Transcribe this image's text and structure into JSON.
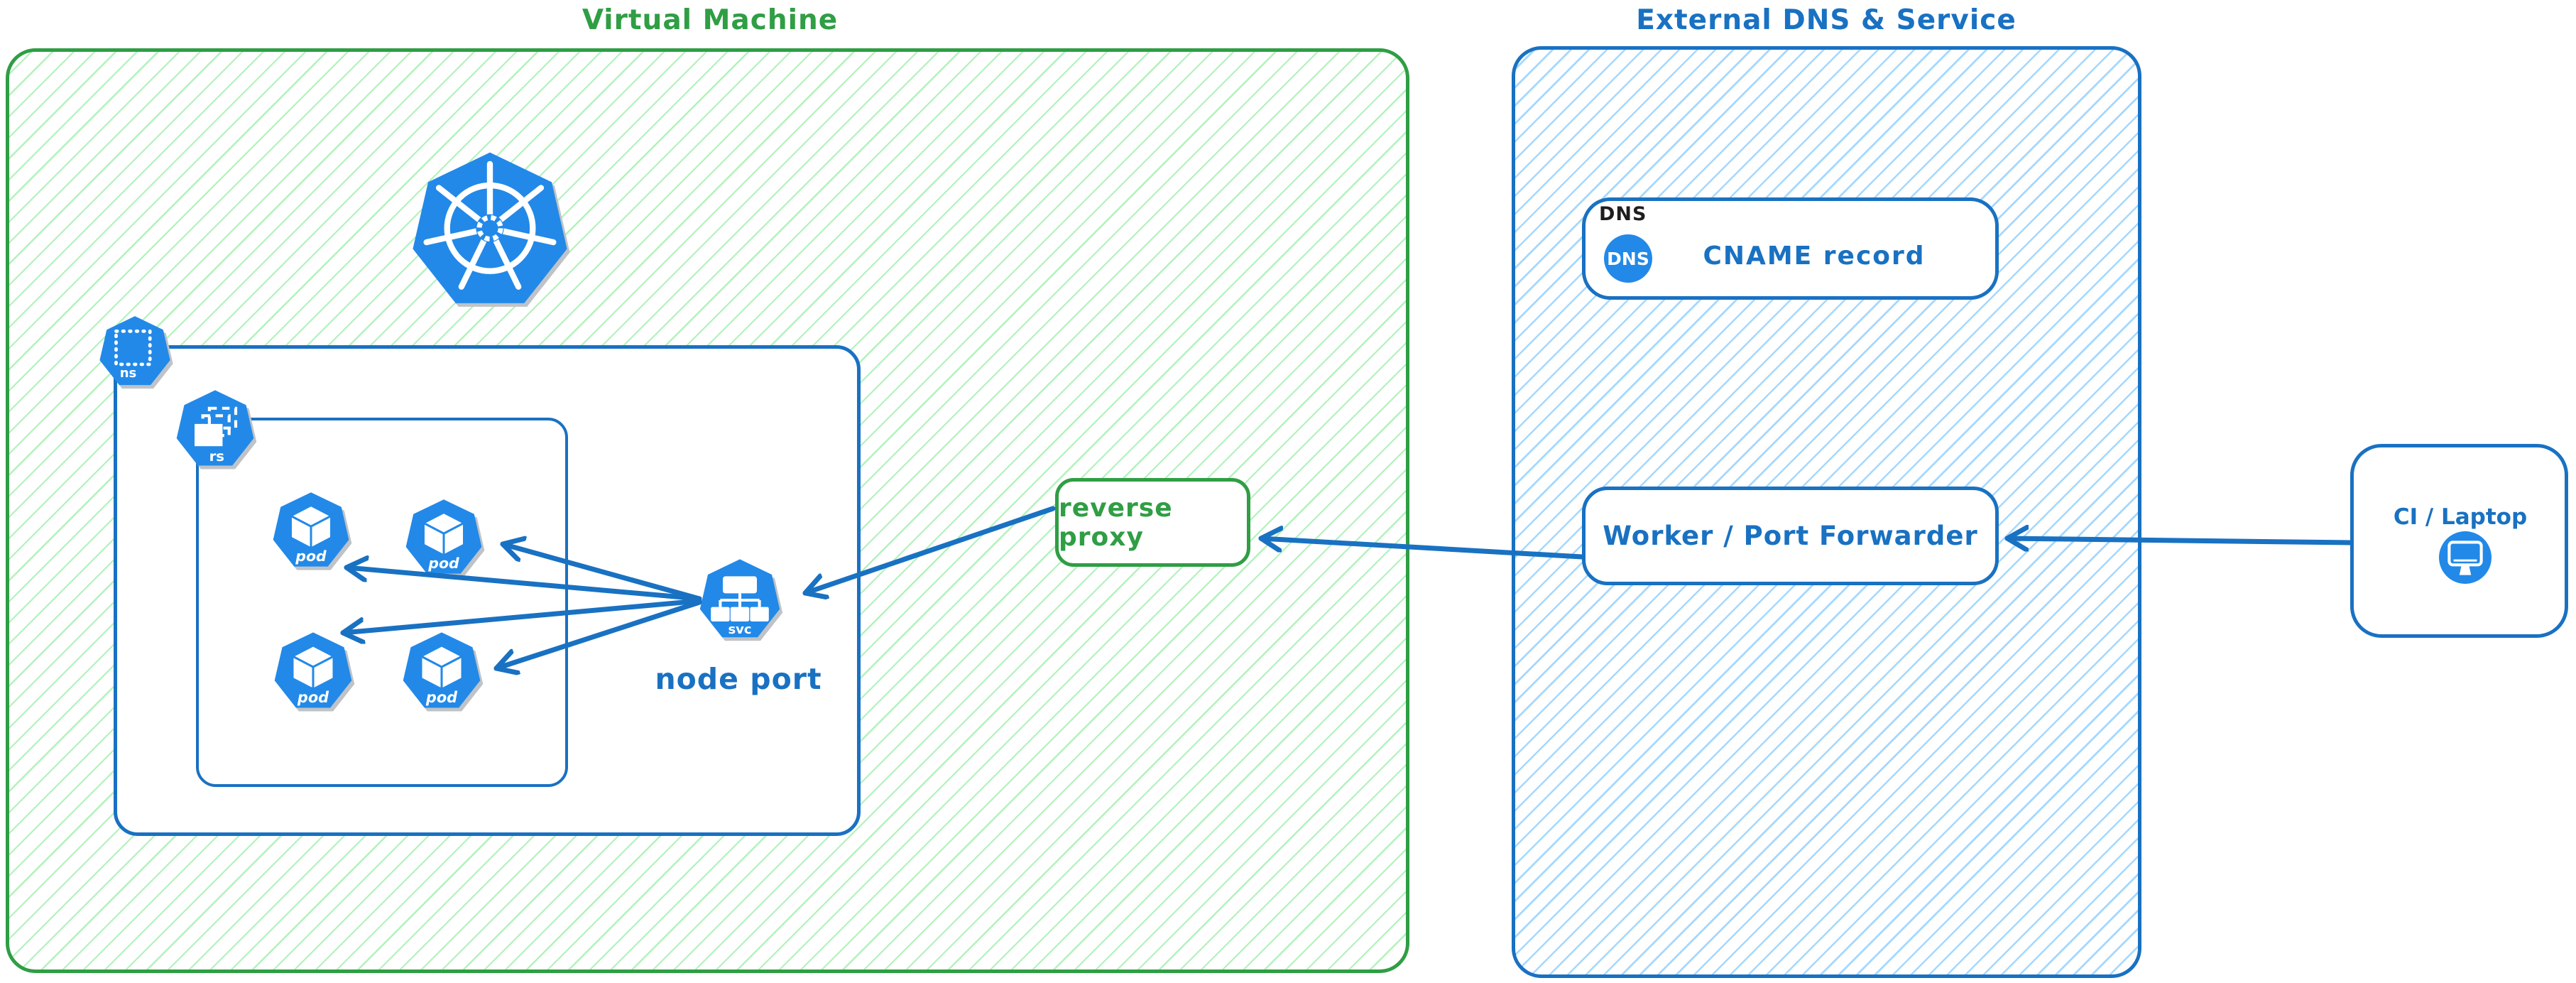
{
  "colors": {
    "green_stroke": "#2f9e44",
    "green_hatch": "#b2f2bb",
    "blue_stroke": "#1971c2",
    "blue_hatch": "#a5d8ff",
    "icon_blue": "#2289e8",
    "text_black": "#1e1e1e",
    "canvas_bg": "#ffffff"
  },
  "vm_group": {
    "title": "Virtual Machine",
    "kubernetes_logo": "kubernetes-helm-wheel",
    "namespace_icon_label": "ns",
    "replicaset_icon_label": "rs",
    "pods": [
      {
        "label": "pod"
      },
      {
        "label": "pod"
      },
      {
        "label": "pod"
      },
      {
        "label": "pod"
      }
    ],
    "service": {
      "icon_label": "svc",
      "caption": "node port"
    },
    "reverse_proxy": {
      "label": "reverse proxy"
    }
  },
  "external_group": {
    "title": "External DNS & Service",
    "dns_card": {
      "corner_label": "DNS",
      "badge_label": "DNS",
      "record_label": "CNAME record"
    },
    "worker_card": {
      "label": "Worker / Port Forwarder"
    }
  },
  "client": {
    "label": "CI / Laptop",
    "icon": "monitor"
  },
  "edges": [
    {
      "from": "service-svc",
      "to": "pod-1"
    },
    {
      "from": "service-svc",
      "to": "pod-2"
    },
    {
      "from": "service-svc",
      "to": "pod-3"
    },
    {
      "from": "service-svc",
      "to": "pod-4"
    },
    {
      "from": "reverse-proxy",
      "to": "service-svc"
    },
    {
      "from": "worker-port-forwarder",
      "to": "reverse-proxy"
    },
    {
      "from": "ci-laptop",
      "to": "worker-port-forwarder"
    }
  ]
}
